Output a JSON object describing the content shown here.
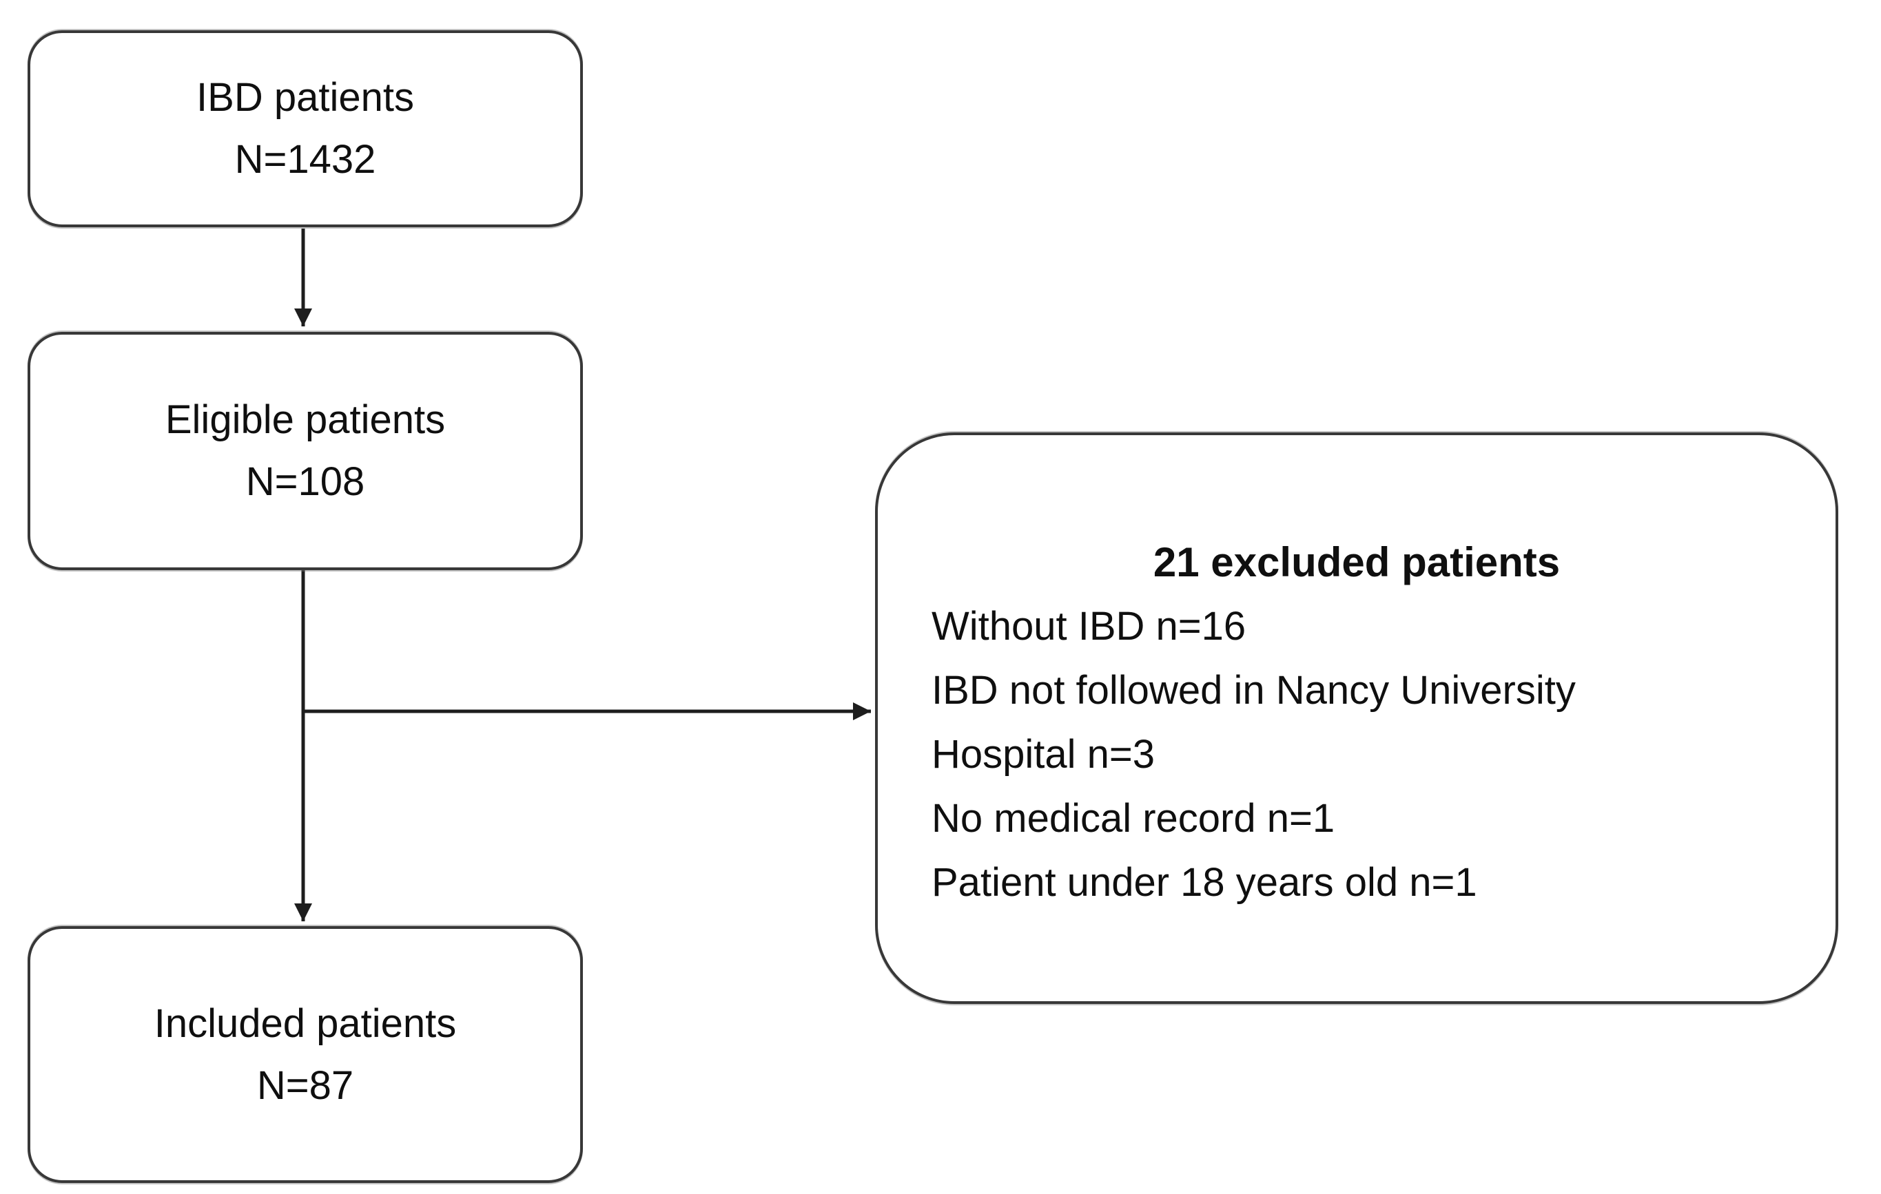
{
  "figure": {
    "type": "patient-flow-diagram",
    "background_color": "#ffffff",
    "stroke_color": "#383838",
    "arrow_color": "#1e1e1e",
    "text_color": "#0f0f0f",
    "nodes": {
      "ibd_patients": {
        "label": "IBD patients",
        "count": "N=1432"
      },
      "eligible_patients": {
        "label": "Eligible patients",
        "count": "N=108"
      },
      "included_patients": {
        "label": "Included patients",
        "count": "N=87"
      },
      "excluded_patients": {
        "title": "21 excluded patients",
        "reasons": [
          "Without IBD n=16",
          "IBD not followed in Nancy University",
          "Hospital n=3",
          "No medical record n=1",
          "Patient under 18 years old n=1"
        ]
      }
    },
    "connectors": [
      {
        "from": "ibd_patients",
        "to": "eligible_patients",
        "direction": "down"
      },
      {
        "from": "eligible_patients",
        "to": "included_patients",
        "direction": "down"
      },
      {
        "from": "eligible_patients",
        "to": "excluded_patients",
        "direction": "right"
      }
    ]
  }
}
